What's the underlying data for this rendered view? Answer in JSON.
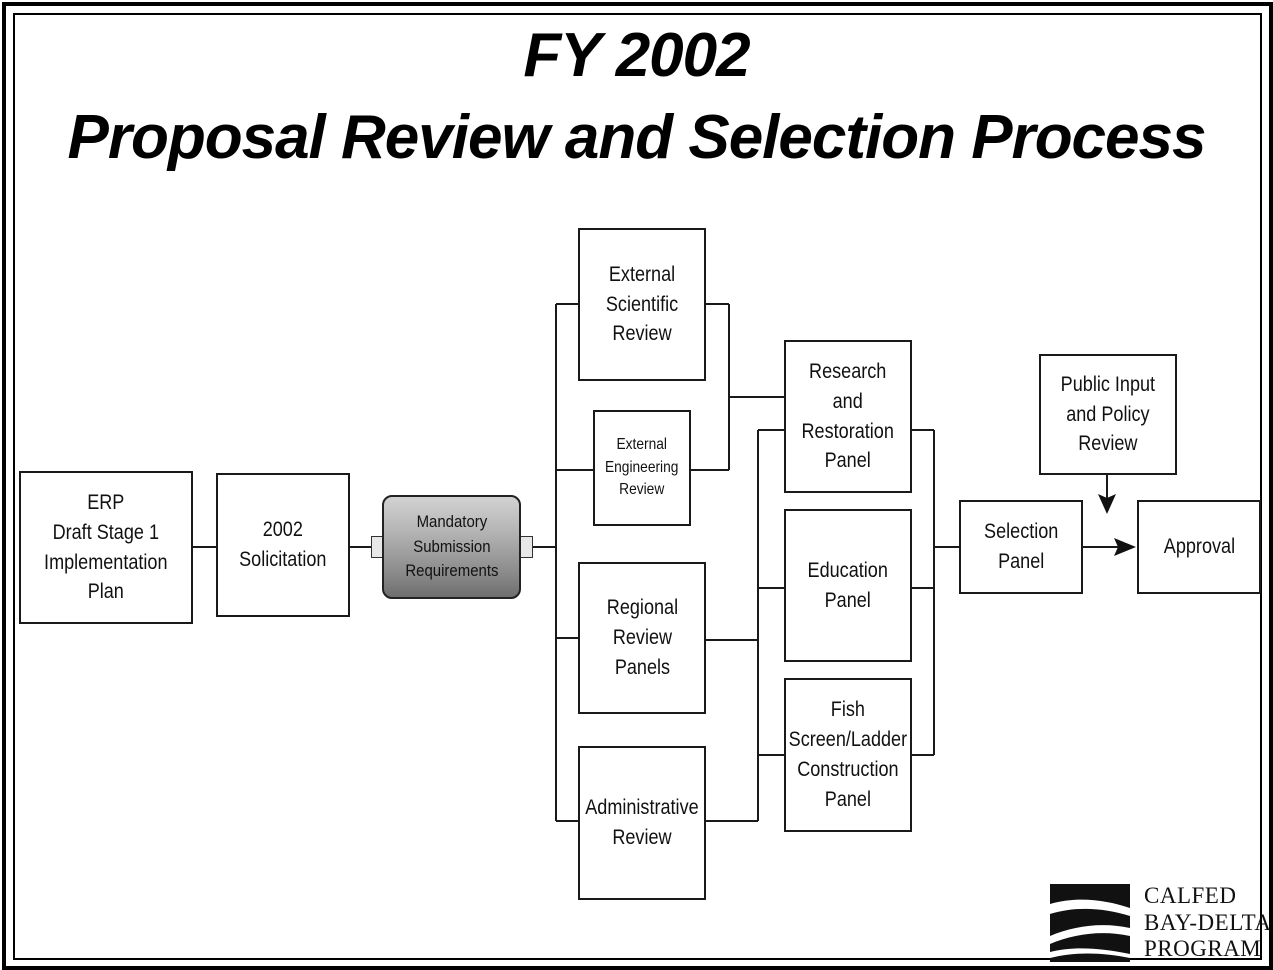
{
  "title": {
    "line1": "FY 2002",
    "line2": "Proposal Review and Selection Process"
  },
  "nodes": {
    "erp": "ERP\nDraft Stage 1\nImplementation\nPlan",
    "solicitation": "2002\nSolicitation",
    "mandatory": "Mandatory\nSubmission\nRequirements",
    "external_scientific": "External\nScientific\nReview",
    "external_engineering": "External\nEngineering\nReview",
    "regional": "Regional\nReview\nPanels",
    "administrative": "Administrative\nReview",
    "research_restoration": "Research\nand\nRestoration\nPanel",
    "education": "Education\nPanel",
    "fish_screen": "Fish\nScreen/Ladder\nConstruction\nPanel",
    "public_input": "Public Input\nand Policy\nReview",
    "selection": "Selection\nPanel",
    "approval": "Approval"
  },
  "logo": {
    "line1": "CALFED",
    "line2": "BAY-DELTA",
    "line3": "PROGRAM"
  }
}
